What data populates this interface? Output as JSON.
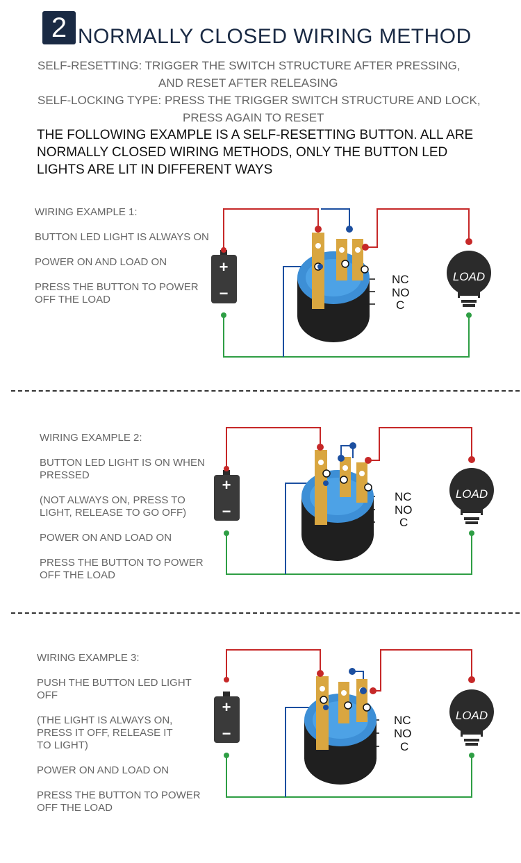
{
  "header": {
    "step_number": "2",
    "title": "NORMALLY CLOSED WIRING METHOD",
    "self_resetting_line1": "SELF-RESETTING: TRIGGER THE SWITCH STRUCTURE AFTER PRESSING,",
    "self_resetting_line2": "AND RESET AFTER RELEASING",
    "self_locking_line1": "SELF-LOCKING TYPE: PRESS THE TRIGGER SWITCH STRUCTURE AND LOCK,",
    "self_locking_line2": "PRESS AGAIN TO RESET",
    "example_note_line1": "THE FOLLOWING EXAMPLE IS A SELF-RESETTING BUTTON. ALL ARE",
    "example_note_line2": "NORMALLY CLOSED WIRING METHODS, ONLY THE BUTTON LED",
    "example_note_line3": " LIGHTS ARE LIT IN DIFFERENT WAYS"
  },
  "examples": [
    {
      "title": "WIRING EXAMPLE 1:",
      "lines": [
        "BUTTON LED LIGHT IS ALWAYS ON",
        "POWER ON AND LOAD ON",
        "PRESS THE BUTTON TO POWER",
        " OFF THE LOAD"
      ]
    },
    {
      "title": "WIRING EXAMPLE 2:",
      "lines": [
        "BUTTON LED LIGHT IS ON WHEN",
        "PRESSED",
        "(NOT ALWAYS ON, PRESS TO",
        "LIGHT, RELEASE TO GO OFF)",
        "POWER ON AND LOAD ON",
        "PRESS THE BUTTON TO POWER",
        "OFF THE LOAD"
      ]
    },
    {
      "title": "WIRING EXAMPLE 3:",
      "lines": [
        "PUSH THE BUTTON LED LIGHT",
        "OFF",
        "(THE LIGHT IS ALWAYS ON,",
        "PRESS IT OFF, RELEASE IT",
        "TO LIGHT)",
        "POWER ON AND LOAD ON",
        "PRESS THE BUTTON TO POWER",
        "OFF THE LOAD"
      ]
    }
  ],
  "diagram": {
    "battery_plus": "+",
    "battery_minus": "−",
    "load_label": "LOAD",
    "terminal_nc": "NC",
    "terminal_no": "NO",
    "terminal_c": "C"
  },
  "colors": {
    "header_dark": "#1a2a44",
    "wire_red": "#c62828",
    "wire_green": "#2e9e44",
    "wire_blue": "#1c4fa0",
    "component_dark": "#2b2b2b",
    "switch_blue": "#3d8fd6",
    "pin_gold": "#d9a640"
  }
}
